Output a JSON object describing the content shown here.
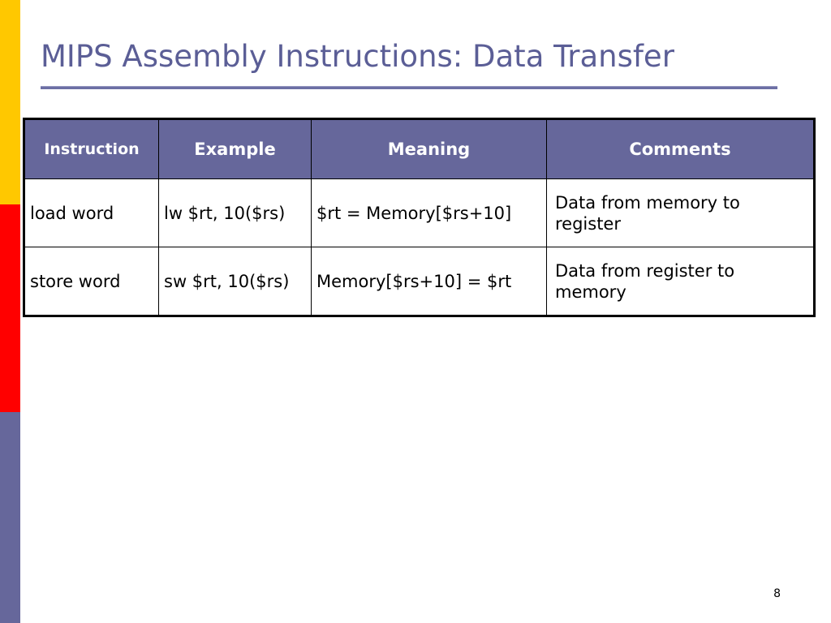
{
  "slide": {
    "title": "MIPS Assembly Instructions: Data Transfer",
    "page_number": "8"
  },
  "decor": {
    "bands": [
      {
        "name": "yellow-band",
        "color": "#FFC800"
      },
      {
        "name": "red-band",
        "color": "#FF0000"
      },
      {
        "name": "purple-band",
        "color": "#66679B"
      }
    ],
    "title_color": "#5B5E96",
    "header_fill": "#66679B",
    "rule_color": "#6C6FA4"
  },
  "table": {
    "headers": [
      "Instruction",
      "Example",
      "Meaning",
      "Comments"
    ],
    "rows": [
      {
        "instruction": "load word",
        "example": "lw $rt, 10($rs)",
        "meaning": "$rt = Memory[$rs+10]",
        "comments": "Data from memory to register"
      },
      {
        "instruction": "store word",
        "example": "sw $rt, 10($rs)",
        "meaning": "Memory[$rs+10] = $rt",
        "comments": "Data from register to memory"
      }
    ]
  }
}
